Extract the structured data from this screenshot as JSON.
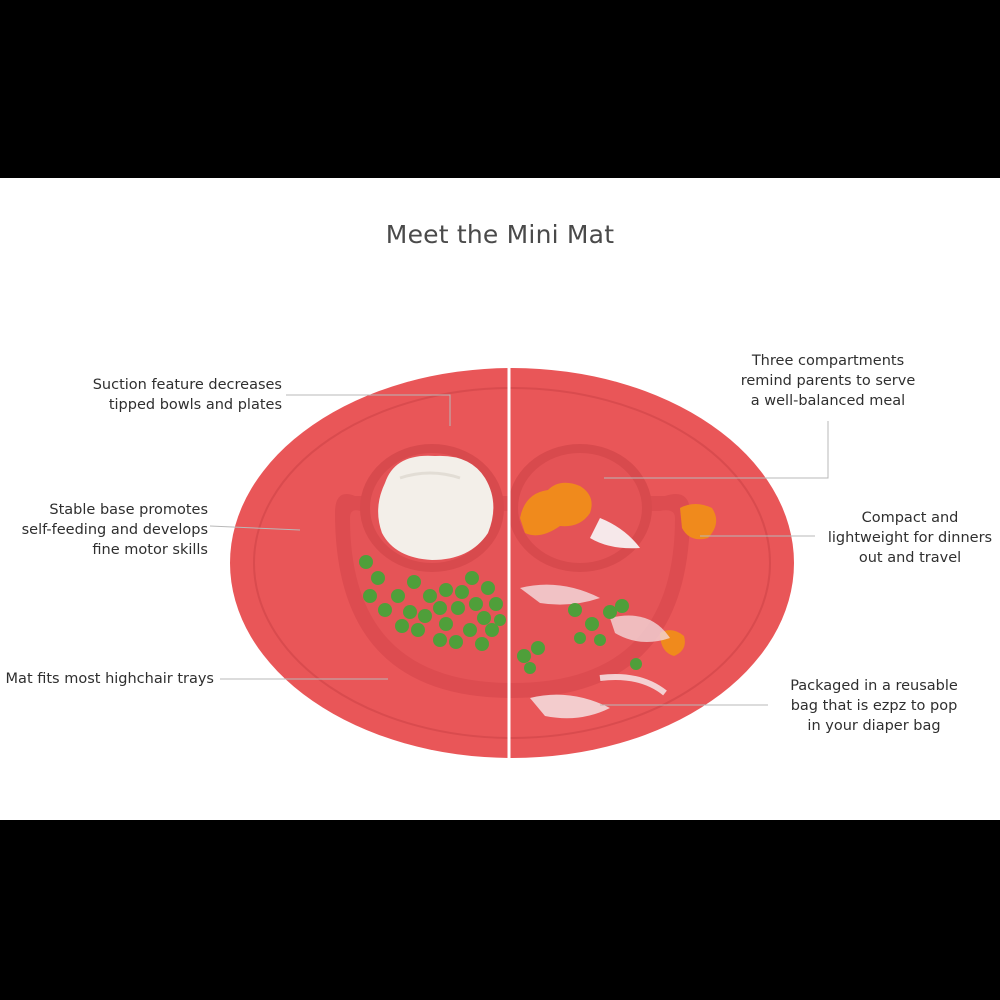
{
  "title": "Meet the Mini Mat",
  "callouts": {
    "suction": [
      "Suction feature decreases",
      "tipped bowls and plates"
    ],
    "stable": [
      "Stable base promotes",
      "self-feeding and develops",
      "fine motor skills"
    ],
    "fits": [
      "Mat fits most highchair trays"
    ],
    "compartments": [
      "Three compartments",
      "remind parents to serve",
      "a well-balanced meal"
    ],
    "compact": [
      "Compact and",
      "lightweight for dinners",
      "out and travel"
    ],
    "packaged": [
      "Packaged in a reusable",
      "bag that is ezpz to pop",
      "in your diaper bag"
    ]
  },
  "colors": {
    "mat": "#e95658",
    "mat_dark": "#d84a4d",
    "peas": "#4f9f3a",
    "yogurt": "#f3efe9",
    "carrot": "#f08a1c",
    "text": "#2f2f2f",
    "leader": "#b8b8b8"
  }
}
